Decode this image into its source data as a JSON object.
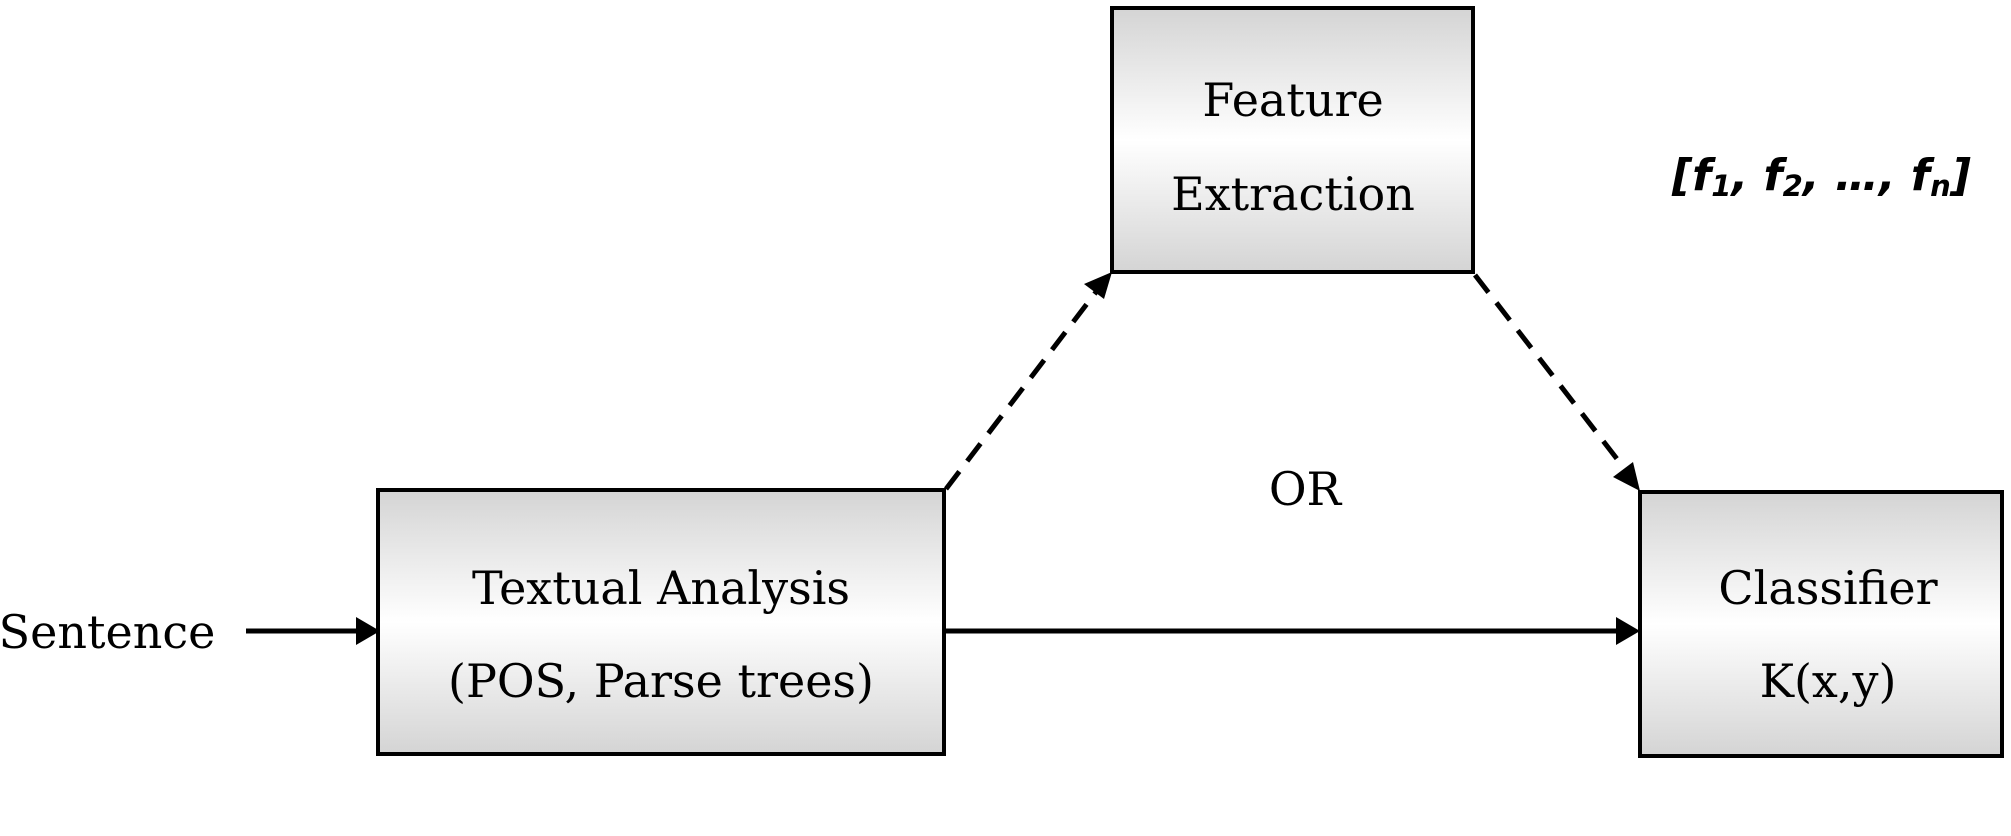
{
  "input_label": "Sentence",
  "nodes": {
    "textual_analysis": {
      "line1": "Textual Analysis",
      "line2": "(POS, Parse trees)"
    },
    "feature_extraction": {
      "line1": "Feature",
      "line2": "Extraction"
    },
    "classifier": {
      "line1": "Classifier",
      "line2": "K(x,y)"
    }
  },
  "or_label": "OR",
  "feature_vector": {
    "open": "[",
    "f": "f",
    "sub1": "1",
    "sep1": ", ",
    "sub2": "2",
    "ellipsis": ", …, ",
    "subn": "n",
    "close": "]"
  },
  "colors": {
    "stroke": "#000000",
    "box_gradient_edge": "#d4d4d4",
    "box_gradient_center": "#ffffff"
  }
}
